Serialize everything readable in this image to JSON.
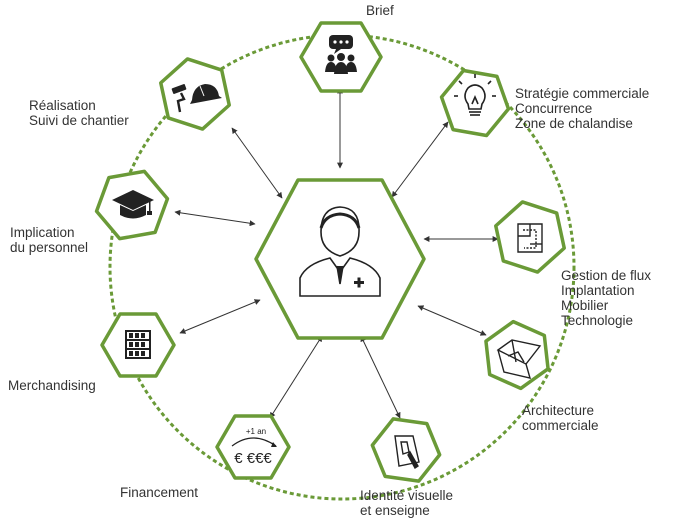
{
  "colors": {
    "green": "#6a9a37",
    "dashed_circle": "#6a9a37",
    "icon": "#222222",
    "arrow": "#333333",
    "text": "#333333"
  },
  "center": {
    "icon": "pharmacist-icon"
  },
  "nodes": [
    {
      "id": "brief",
      "icon": "speech-group-icon",
      "lines": [
        "Brief"
      ]
    },
    {
      "id": "strategie",
      "icon": "lightbulb-icon",
      "lines": [
        "Stratégie commerciale",
        "Concurrence",
        "Zone de chalandise"
      ]
    },
    {
      "id": "flux",
      "icon": "floorplan-icon",
      "lines": [
        "Gestion de flux",
        "Implantation",
        "Mobilier",
        "Technologie"
      ]
    },
    {
      "id": "architecture",
      "icon": "blueprint-icon",
      "lines": [
        "Architecture",
        "commerciale"
      ]
    },
    {
      "id": "identite",
      "icon": "drawing-icon",
      "lines": [
        "Identité visuelle",
        "et enseigne"
      ]
    },
    {
      "id": "financement",
      "icon": "euro-icon",
      "lines": [
        "Financement"
      ],
      "icon_text": {
        "top": "+1 an",
        "main": "€ €€€"
      }
    },
    {
      "id": "merchandising",
      "icon": "shelves-icon",
      "lines": [
        "Merchandising"
      ]
    },
    {
      "id": "implication",
      "icon": "graduation-cap-icon",
      "lines": [
        "Implication",
        "du personnel"
      ]
    },
    {
      "id": "realisation",
      "icon": "roller-helmet-icon",
      "lines": [
        "Réalisation",
        "Suivi de chantier"
      ]
    }
  ]
}
